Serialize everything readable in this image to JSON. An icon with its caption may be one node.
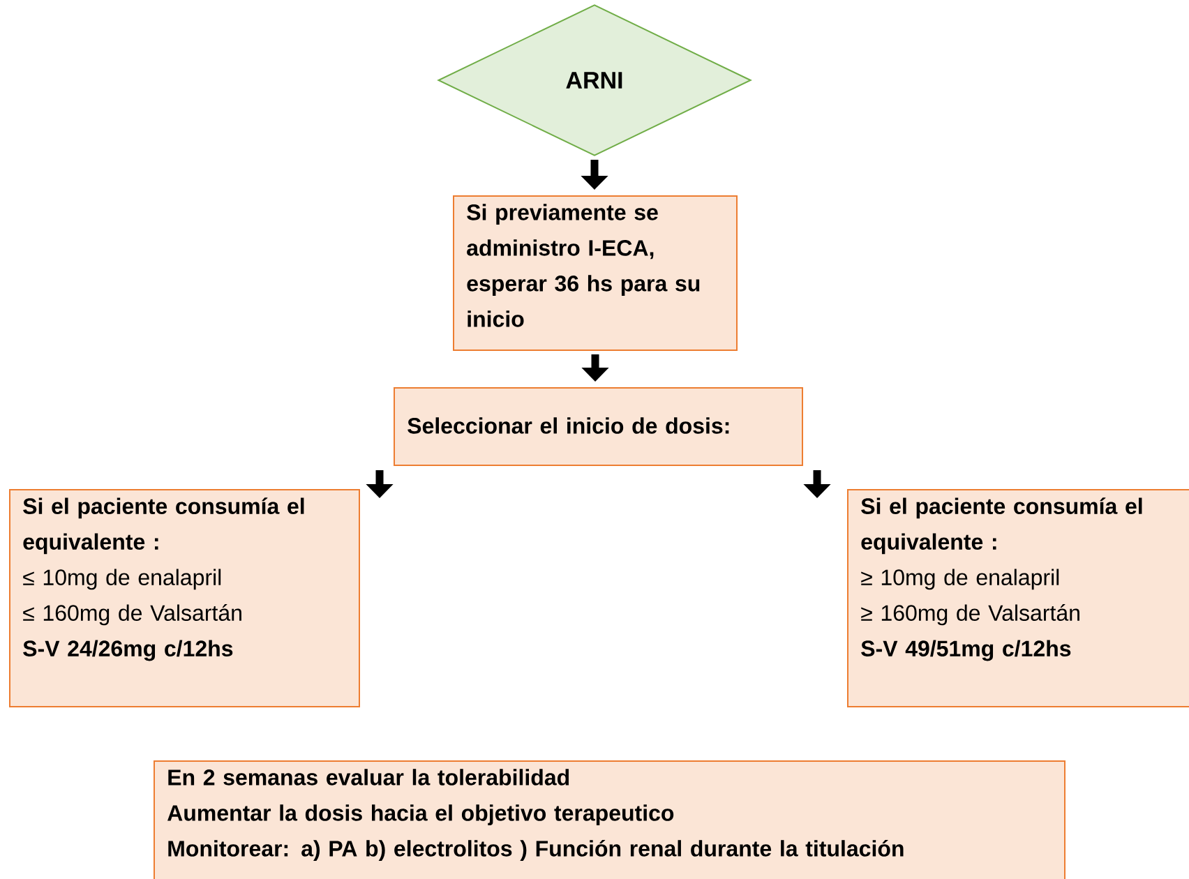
{
  "diagram": {
    "nodes": [
      {
        "text": [
          "ARNI"
        ]
      },
      {
        "text": [
          "Si previamente se administro I-ECA, esperar 36 hs para su inicio"
        ]
      },
      {
        "text": [
          "Seleccionar el inicio de dosis:"
        ]
      },
      {
        "text": [
          "Si el paciente consumía el equivalente :",
          "≤ 10mg de enalapril",
          "≤ 160mg de Valsartán",
          "S-V 24/26mg c/12hs"
        ]
      },
      {
        "text": [
          "Si el paciente consumía el equivalente :",
          "≥ 10mg de enalapril",
          "≥ 160mg de Valsartán",
          "S-V 49/51mg c/12hs"
        ]
      },
      {
        "text": [
          "En 2 semanas evaluar la tolerabilidad",
          "Aumentar la dosis hacia el objetivo terapeutico",
          "Monitorear:  a) PA b) electrolitos ) Función renal durante la titulación"
        ]
      }
    ],
    "edges": [
      {
        "from": 0,
        "to": 1,
        "arrow": "to"
      },
      {
        "from": 1,
        "to": 2,
        "arrow": "to"
      },
      {
        "from": 2,
        "to": 3,
        "arrow": "to"
      },
      {
        "from": 2,
        "to": 4,
        "arrow": "to"
      }
    ]
  }
}
